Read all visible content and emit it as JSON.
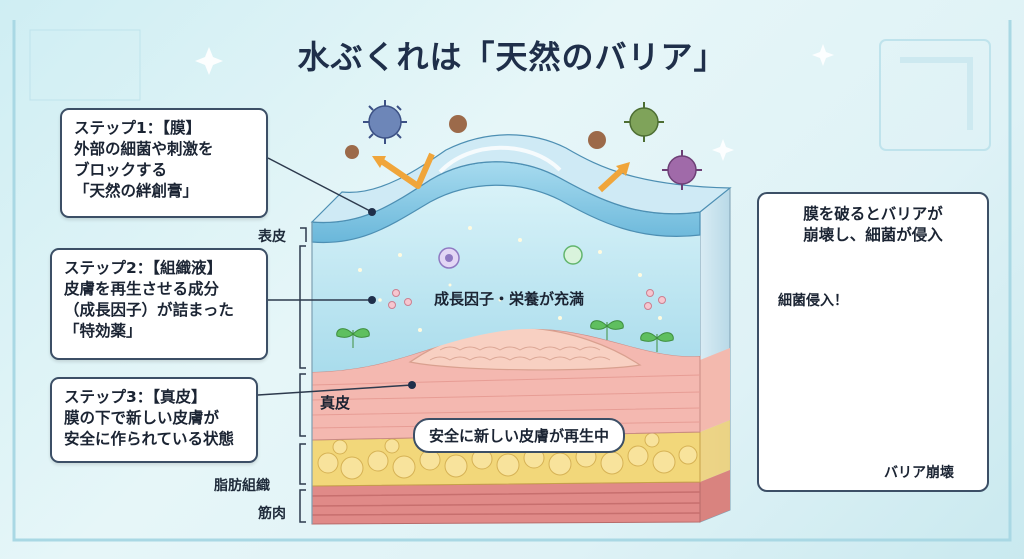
{
  "title": "水ぶくれは「天然のバリア」",
  "steps": [
    {
      "lines": [
        "ステップ1：【膜】",
        "外部の細菌や刺激を",
        "ブロックする",
        "「天然の絆創膏」"
      ]
    },
    {
      "lines": [
        "ステップ2：【組織液】",
        "皮膚を再生させる成分",
        "（成長因子）が詰まった",
        "「特効薬」"
      ]
    },
    {
      "lines": [
        "ステップ3：【真皮】",
        "膜の下で新しい皮膚が",
        "安全に作られている状態"
      ]
    }
  ],
  "layers": {
    "epidermis": "表皮",
    "dermis": "真皮",
    "fat": "脂肪組織",
    "muscle": "筋肉"
  },
  "fluid_label": "成長因子・栄養が充満",
  "regen_label": "安全に新しい皮膚が再生中",
  "panel": {
    "title_lines": [
      "膜を破るとバリアが",
      "崩壊し、細菌が侵入"
    ],
    "invasion_label": "細菌侵入！",
    "collapse_label": "バリア崩壊"
  },
  "colors": {
    "title": "#1f2f4a",
    "outline": "#3c4f66",
    "epidermis": "#7fc3e0",
    "fluid": "#bfe6f2",
    "dermis": "#f4b8b0",
    "fat": "#f2d77a",
    "muscle": "#e08a88",
    "arrow_orange": "#f0a53a",
    "arrow_red": "#e6485a"
  }
}
